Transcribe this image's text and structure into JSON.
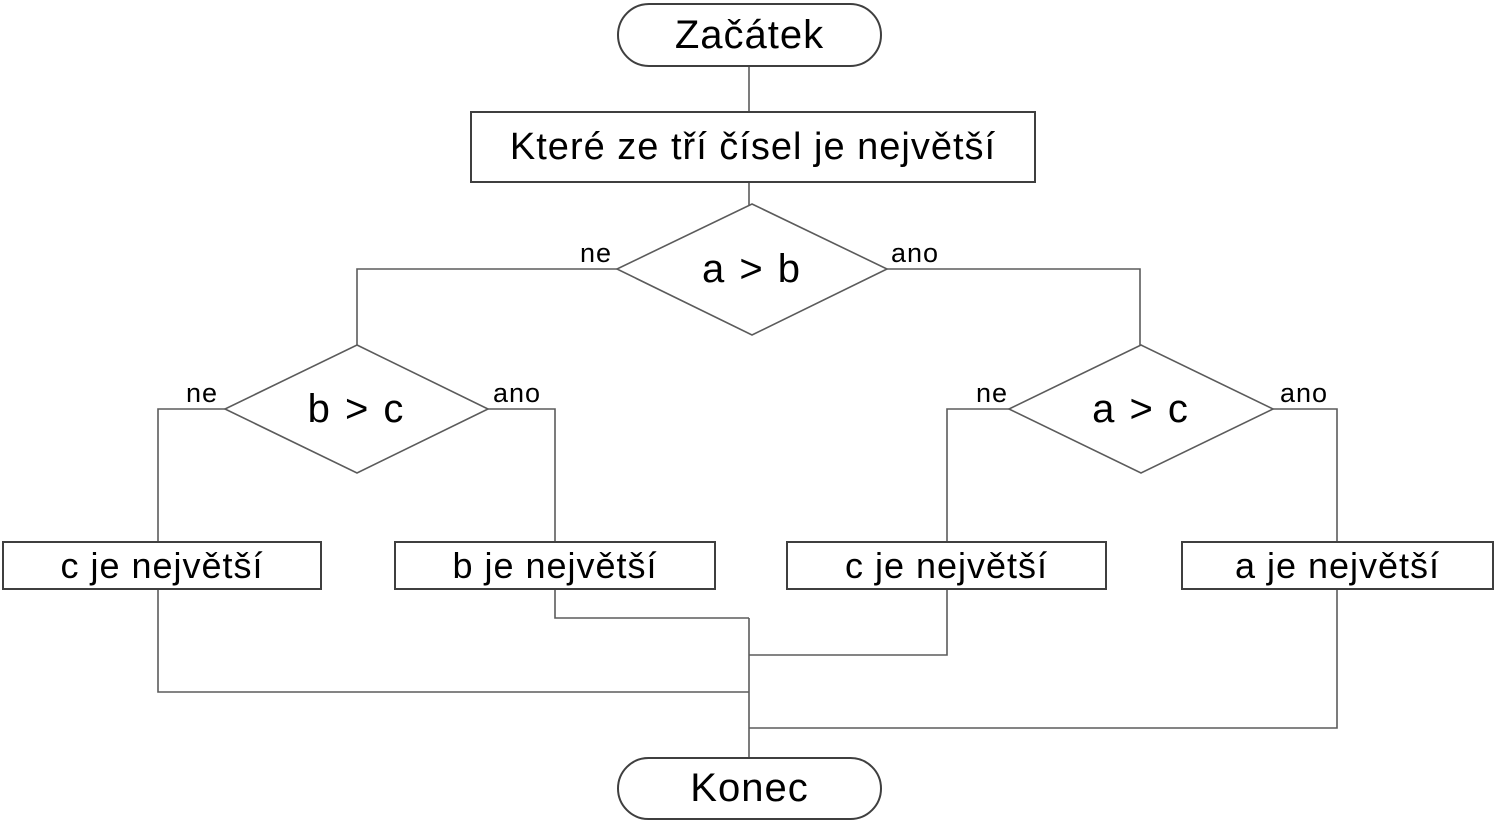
{
  "flowchart": {
    "start": {
      "label": "Začátek"
    },
    "question": {
      "label": "Které ze tří čísel je největší"
    },
    "decisions": [
      {
        "label": "a > b"
      },
      {
        "label": "b > c"
      },
      {
        "label": "a > c"
      }
    ],
    "results": [
      {
        "label": "c je největší"
      },
      {
        "label": "b je největší"
      },
      {
        "label": "c je největší"
      },
      {
        "label": "a je největší"
      }
    ],
    "end": {
      "label": "Konec"
    },
    "branch_no": "ne",
    "branch_yes": "ano",
    "colors": {
      "stroke": "#5b5b5b",
      "border": "#3f3f3f",
      "text": "#000000",
      "background": "#ffffff"
    }
  }
}
